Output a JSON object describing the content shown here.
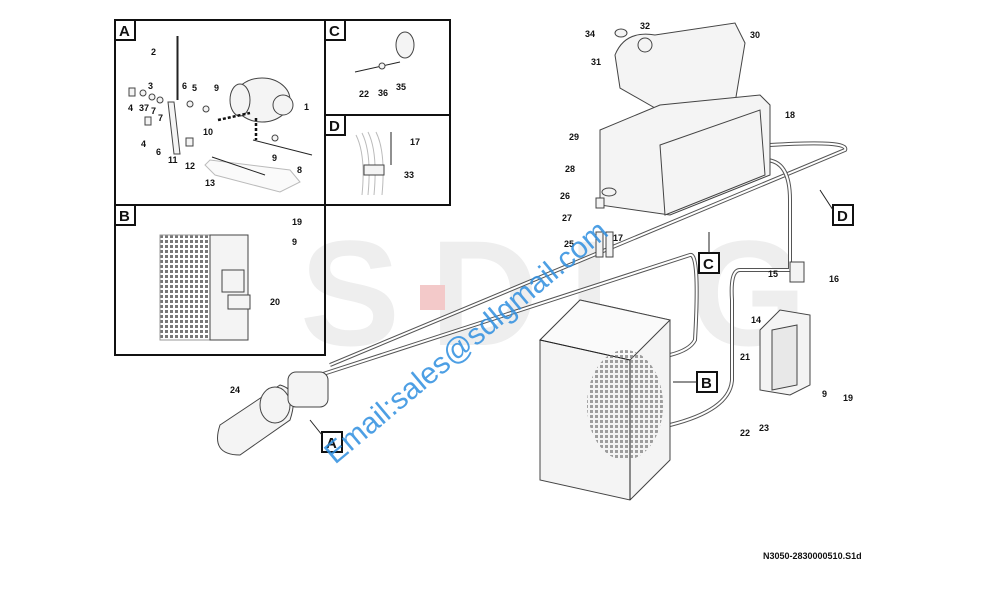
{
  "insets": {
    "A": "A",
    "B": "B",
    "C": "C",
    "D": "D"
  },
  "callouts_main": {
    "A": "A",
    "B": "B",
    "C": "C",
    "D": "D"
  },
  "insetA": [
    "2",
    "3",
    "6",
    "5",
    "9",
    "1",
    "4",
    "37",
    "7",
    "7",
    "10",
    "4",
    "6",
    "11",
    "12",
    "9",
    "8",
    "13"
  ],
  "insetB": [
    "19",
    "9",
    "20"
  ],
  "insetC": [
    "22",
    "36",
    "35"
  ],
  "insetD": [
    "17",
    "33"
  ],
  "main": [
    "34",
    "32",
    "30",
    "31",
    "18",
    "29",
    "28",
    "26",
    "27",
    "25",
    "17",
    "15",
    "16",
    "14",
    "21",
    "9",
    "19",
    "22",
    "23",
    "24"
  ],
  "drawing_code": "N3050-2830000510.S1d",
  "watermark": {
    "logo": "SDLG",
    "email": "Email:sales@sdlgmail.com"
  }
}
